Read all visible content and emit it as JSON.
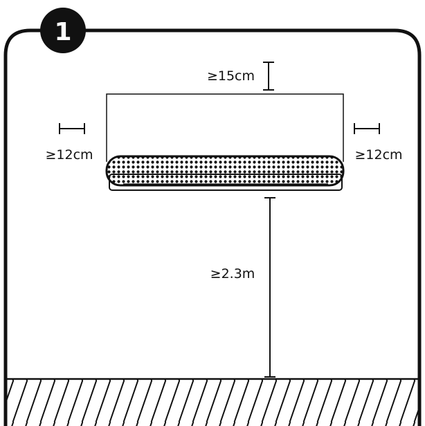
{
  "step": {
    "number": "1"
  },
  "clearances": {
    "top": "≥15cm",
    "left": "≥12cm",
    "right": "≥12cm",
    "floor": "≥2.3m"
  },
  "colors": {
    "ink": "#111111",
    "background": "#ffffff"
  }
}
